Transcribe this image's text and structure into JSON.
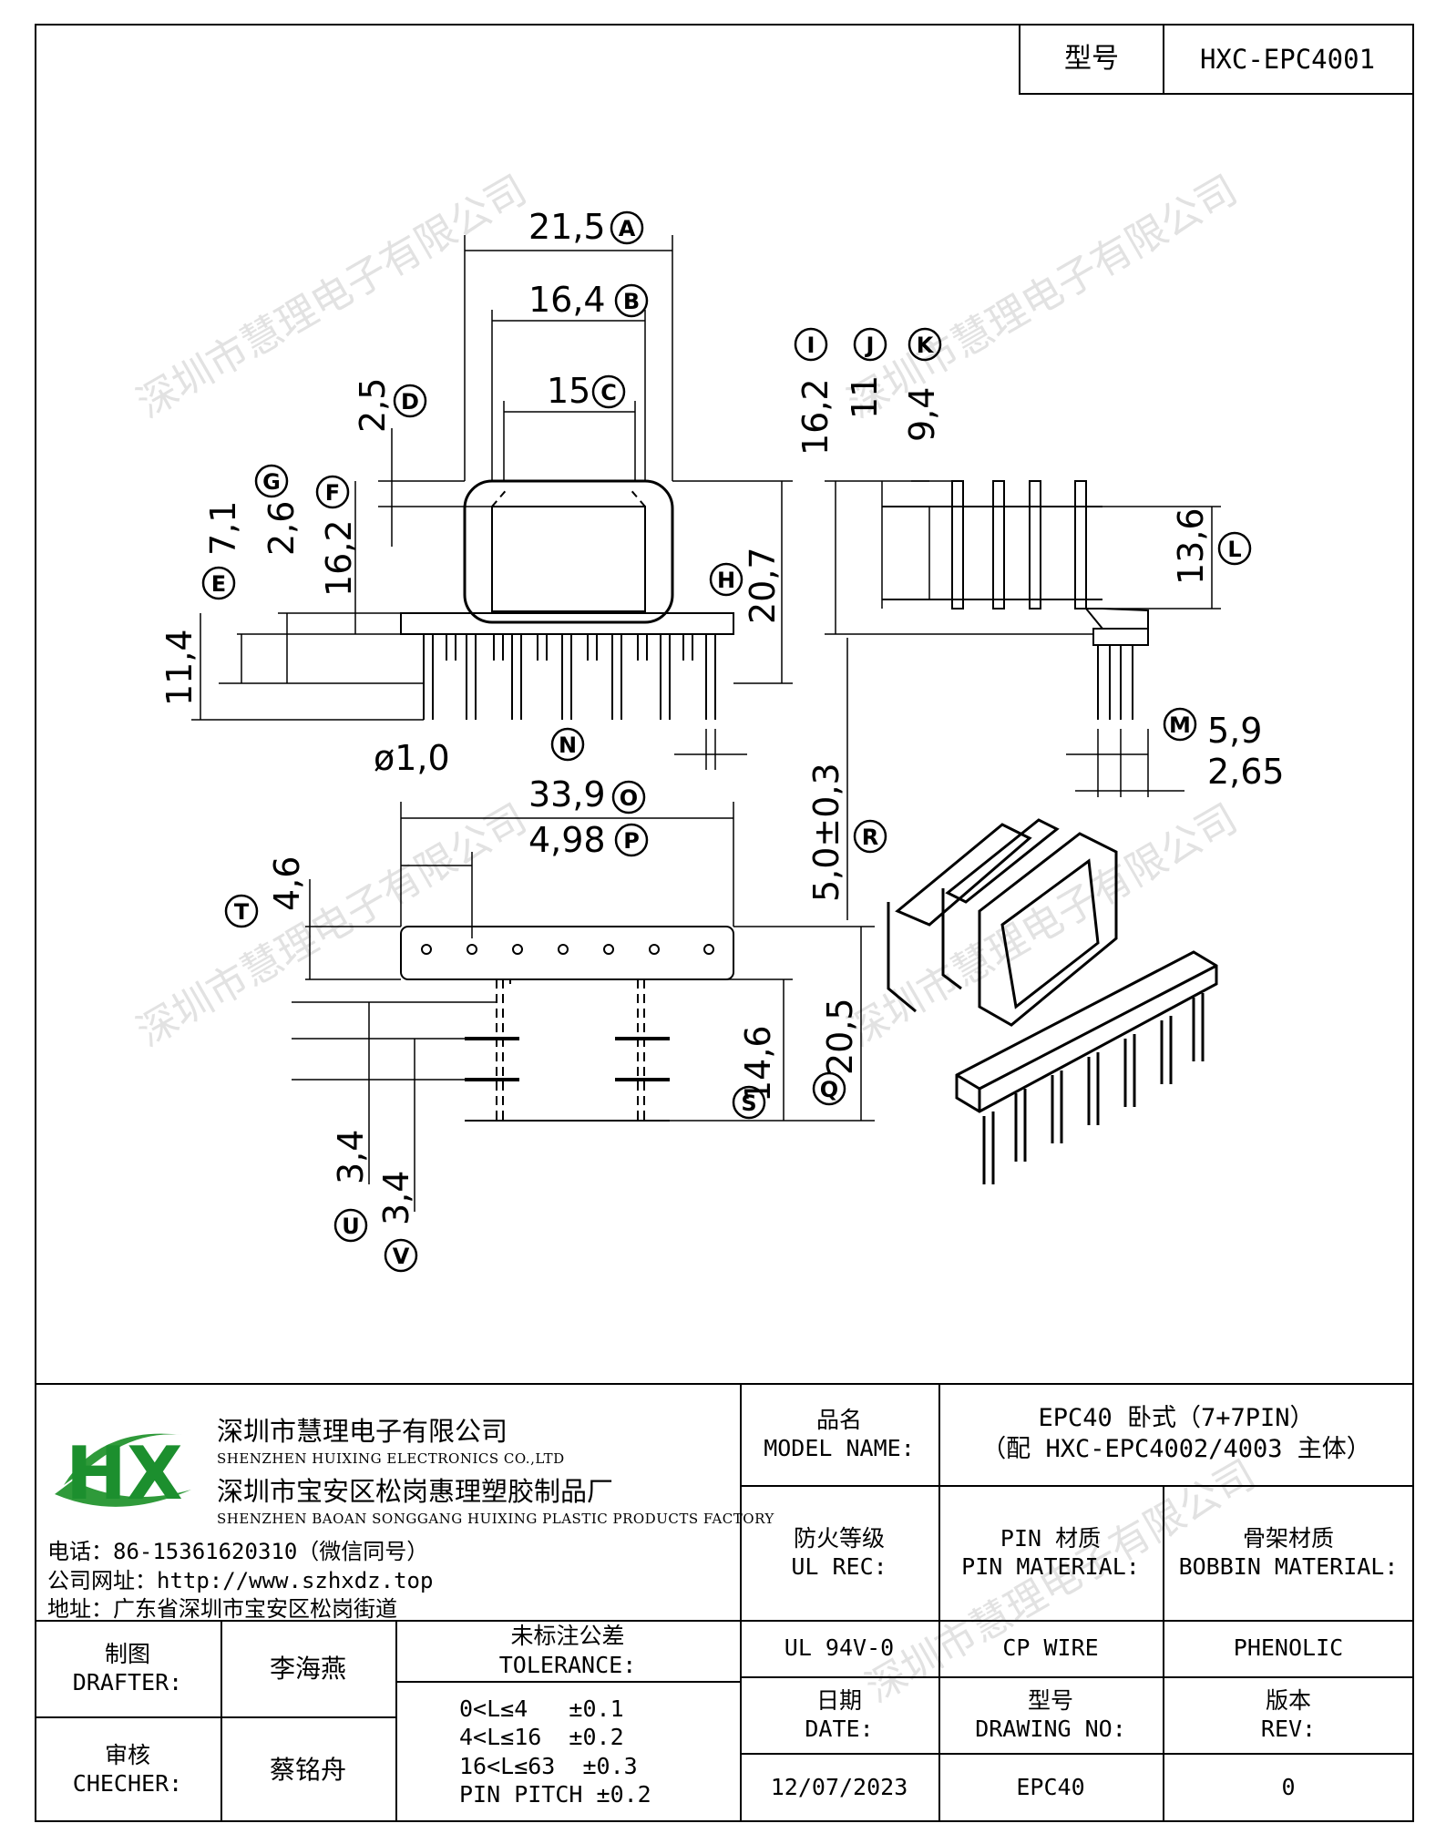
{
  "header": {
    "model_label": "型号",
    "model_value": "HXC-EPC4001"
  },
  "watermark": "深圳市慧理电子有限公司",
  "dimensions": {
    "A": "21,5",
    "B": "16,4",
    "C": "15",
    "D": "2,5",
    "G": "2,6",
    "F": "16,2",
    "E": "7,1",
    "H": "20,7",
    "E2": "11,4",
    "I": "16,2",
    "J": "11",
    "K": "9,4",
    "L": "13,6",
    "M1": "5,9",
    "M2": "2,65",
    "N": "ø1,0",
    "O": "33,9",
    "P": "4,98",
    "R": "5,0±0,3",
    "T": "4,6",
    "S": "14,6",
    "Q": "20,5",
    "U": "3,4",
    "V": "3,4"
  },
  "company": {
    "logo_text": "HX",
    "name_cn": "深圳市慧理电子有限公司",
    "name_en": "SHENZHEN HUIXING ELECTRONICS CO.,LTD",
    "factory_cn": "深圳市宝安区松岗惠理塑胶制品厂",
    "factory_en": "SHENZHEN BAOAN SONGGANG HUIXING PLASTIC PRODUCTS FACTORY",
    "phone": "电话：86-15361620310（微信同号）",
    "website": "公司网址：http://www.szhxdz.top",
    "address": "地址：广东省深圳市宝安区松岗街道"
  },
  "title_block": {
    "model_name_cn": "品名",
    "model_name_en": "MODEL NAME:",
    "model_name_value1": "EPC40 卧式（7+7PIN）",
    "model_name_value2": "（配 HXC-EPC4002/4003 主体）",
    "ul_cn": "防火等级",
    "ul_en": "UL REC:",
    "pin_cn": "PIN 材质",
    "pin_en": "PIN MATERIAL:",
    "bobbin_cn": "骨架材质",
    "bobbin_en": "BOBBIN MATERIAL:",
    "ul_value": "UL 94V-0",
    "pin_value": "CP WIRE",
    "bobbin_value": "PHENOLIC",
    "date_cn": "日期",
    "date_en": "DATE:",
    "drawing_cn": "型号",
    "drawing_en": "DRAWING NO:",
    "rev_cn": "版本",
    "rev_en": "REV:",
    "date_value": "12/07/2023",
    "drawing_value": "EPC40",
    "rev_value": "0",
    "drafter_cn": "制图",
    "drafter_en": "DRAFTER:",
    "drafter_value": "李海燕",
    "checker_cn": "审核",
    "checker_en": "CHECHER:",
    "checker_value": "蔡铭舟",
    "tolerance_cn": "未标注公差",
    "tolerance_en": "TOLERANCE:",
    "tol1": "0<L≤4   ±0.1",
    "tol2": "4<L≤16  ±0.2",
    "tol3": "16<L≤63  ±0.3",
    "tol4": "PIN PITCH ±0.2"
  }
}
